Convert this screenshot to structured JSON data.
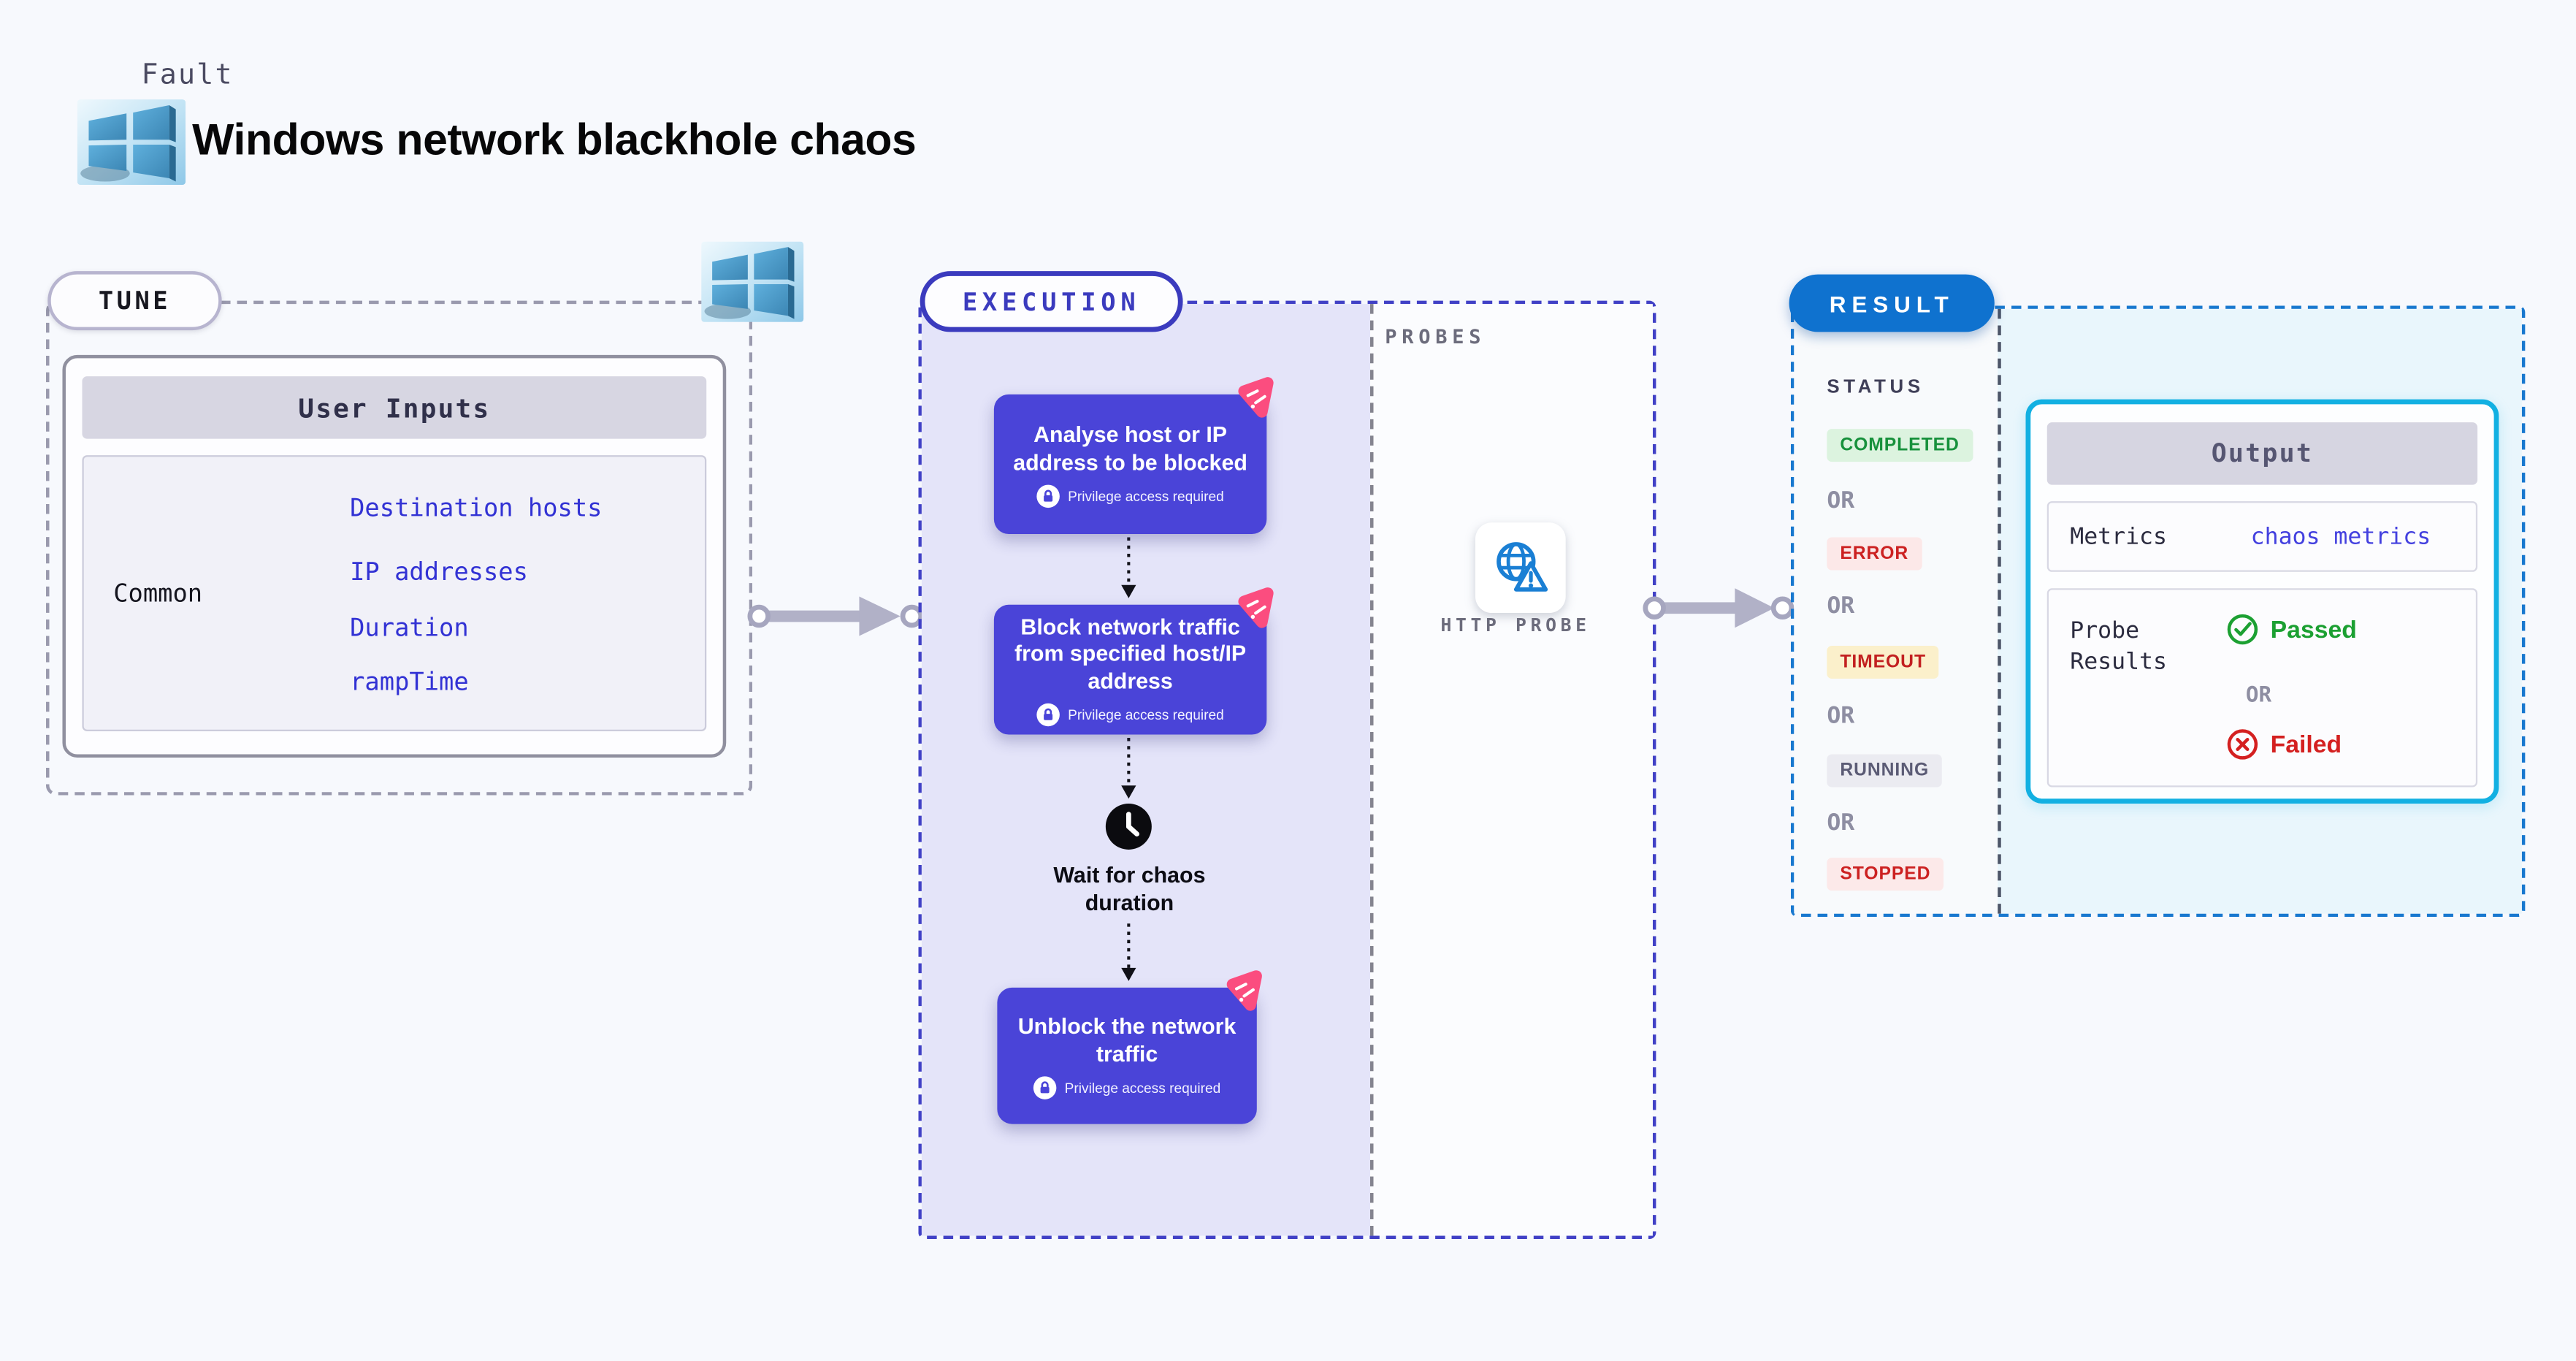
{
  "header": {
    "kicker": "Fault",
    "title": "Windows network blackhole chaos"
  },
  "tune": {
    "label": "TUNE",
    "table": {
      "title": "User Inputs",
      "row_label": "Common",
      "inputs": [
        "Destination hosts",
        "IP addresses",
        "Duration",
        "rampTime"
      ]
    }
  },
  "execution": {
    "label": "EXECUTION",
    "steps": [
      {
        "title": "Analyse host or IP address to be blocked",
        "note": "Privilege access required"
      },
      {
        "title": "Block network traffic from specified host/IP address",
        "note": "Privilege access required"
      },
      {
        "title": "Unblock the network traffic",
        "note": "Privilege access required"
      }
    ],
    "wait_label": "Wait for chaos duration"
  },
  "probes": {
    "label": "PROBES",
    "probe_label": "HTTP PROBE"
  },
  "result": {
    "label": "RESULT",
    "status_label": "STATUS",
    "or_label": "OR",
    "statuses": [
      {
        "text": "COMPLETED",
        "type": "completed"
      },
      {
        "text": "ERROR",
        "type": "error"
      },
      {
        "text": "TIMEOUT",
        "type": "timeout"
      },
      {
        "text": "RUNNING",
        "type": "running"
      },
      {
        "text": "STOPPED",
        "type": "stopped"
      }
    ]
  },
  "output": {
    "title": "Output",
    "metrics_label": "Metrics",
    "metrics_value": "chaos metrics",
    "probe_results_label": "Probe Results",
    "or_label": "OR",
    "passed_label": "Passed",
    "failed_label": "Failed"
  },
  "colors": {
    "canvas_bg": "#f7f9fd",
    "step_indigo": "#4a44d8",
    "execution_border": "#4141c6",
    "execution_fill": "#e4e4f9",
    "result_blue": "#0f72cf",
    "result_border": "#1878cf",
    "output_cyan": "#12b0e2",
    "litmus_pink": "#fb4d7f",
    "input_link_blue": "#3232d4",
    "metrics_link_blue": "#4340df",
    "completed_green": "#17913c",
    "error_red": "#cc2121",
    "timeout_bg": "#fbf0cb",
    "running_gray": "#5b5b75",
    "passed_green": "#1ca032",
    "failed_red": "#d42020",
    "probe_icon_blue": "#1a7fd4"
  }
}
